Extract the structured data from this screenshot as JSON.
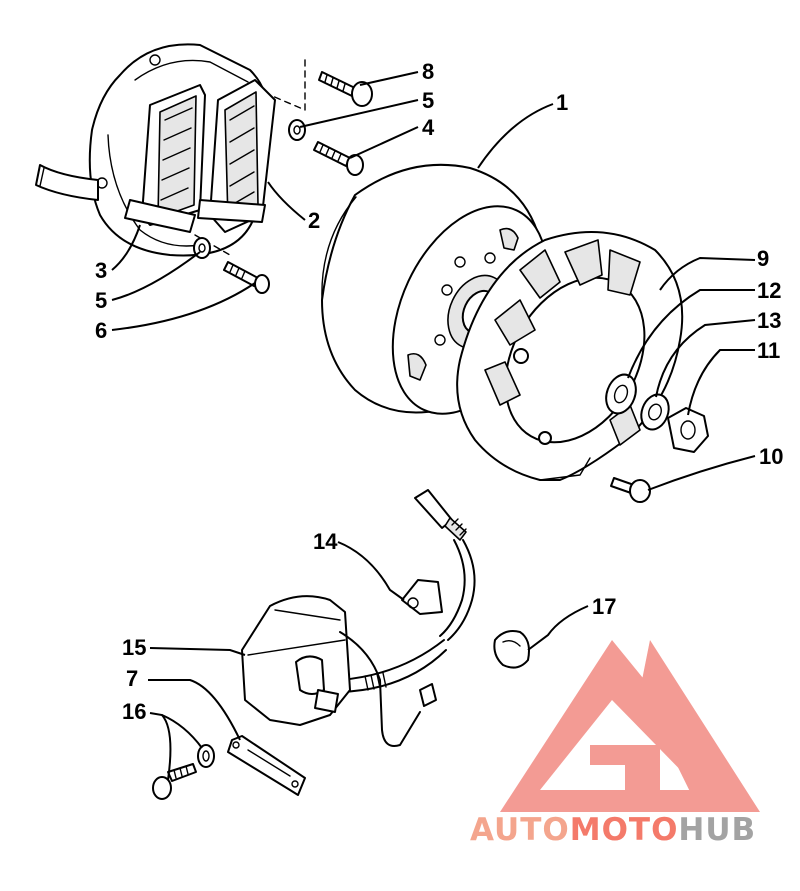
{
  "callouts": [
    {
      "id": "c1",
      "text": "1"
    },
    {
      "id": "c2",
      "text": "2"
    },
    {
      "id": "c3",
      "text": "3"
    },
    {
      "id": "c4",
      "text": "4"
    },
    {
      "id": "c5a",
      "text": "5"
    },
    {
      "id": "c5b",
      "text": "5"
    },
    {
      "id": "c6",
      "text": "6"
    },
    {
      "id": "c7",
      "text": "7"
    },
    {
      "id": "c8",
      "text": "8"
    },
    {
      "id": "c9",
      "text": "9"
    },
    {
      "id": "c10",
      "text": "10"
    },
    {
      "id": "c11",
      "text": "11"
    },
    {
      "id": "c12",
      "text": "12"
    },
    {
      "id": "c13",
      "text": "13"
    },
    {
      "id": "c14",
      "text": "14"
    },
    {
      "id": "c15",
      "text": "15"
    },
    {
      "id": "c16",
      "text": "16"
    },
    {
      "id": "c17",
      "text": "17"
    }
  ],
  "watermark": {
    "part1": "AUTO",
    "part2": "MOTO",
    "part3": "HUB",
    "colors": {
      "auto": "#f4a58d",
      "moto": "#f47a6a",
      "hub": "#a3a3a3",
      "logo": "#f28a82"
    }
  }
}
